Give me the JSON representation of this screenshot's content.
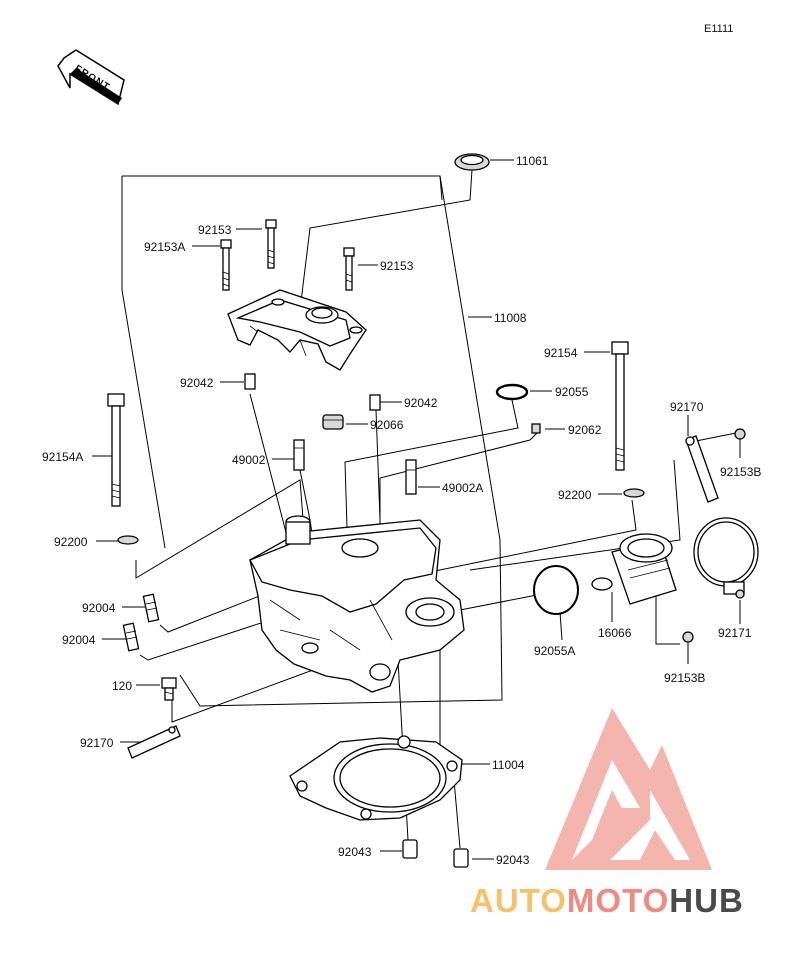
{
  "diagram": {
    "code": "E1111",
    "front_label": "FRONT",
    "labels": {
      "p11061": "11061",
      "p11008": "11008",
      "p92153_a": "92153",
      "p92153A": "92153A",
      "p92153_b": "92153",
      "p92154": "92154",
      "p92055": "92055",
      "p92042_a": "92042",
      "p92042_b": "92042",
      "p92066": "92066",
      "p92062": "92062",
      "p92170_top": "92170",
      "p92153B_top": "92153B",
      "p92154A": "92154A",
      "p49002": "49002",
      "p49002A": "49002A",
      "p92200_r": "92200",
      "p92200_l": "92200",
      "p92004_a": "92004",
      "p92004_b": "92004",
      "p92055A": "92055A",
      "p16066": "16066",
      "p92171": "92171",
      "p92153B_bot": "92153B",
      "p120": "120",
      "p92170_bot": "92170",
      "p11004": "11004",
      "p92043_a": "92043",
      "p92043_b": "92043"
    }
  },
  "watermark": {
    "part1": "AUTO",
    "part2": "MOTO",
    "part3": "HUB",
    "color1": "#f5c26b",
    "color2": "#f08a80",
    "color3": "#4a4a4a",
    "logo_color": "#f27a72"
  }
}
